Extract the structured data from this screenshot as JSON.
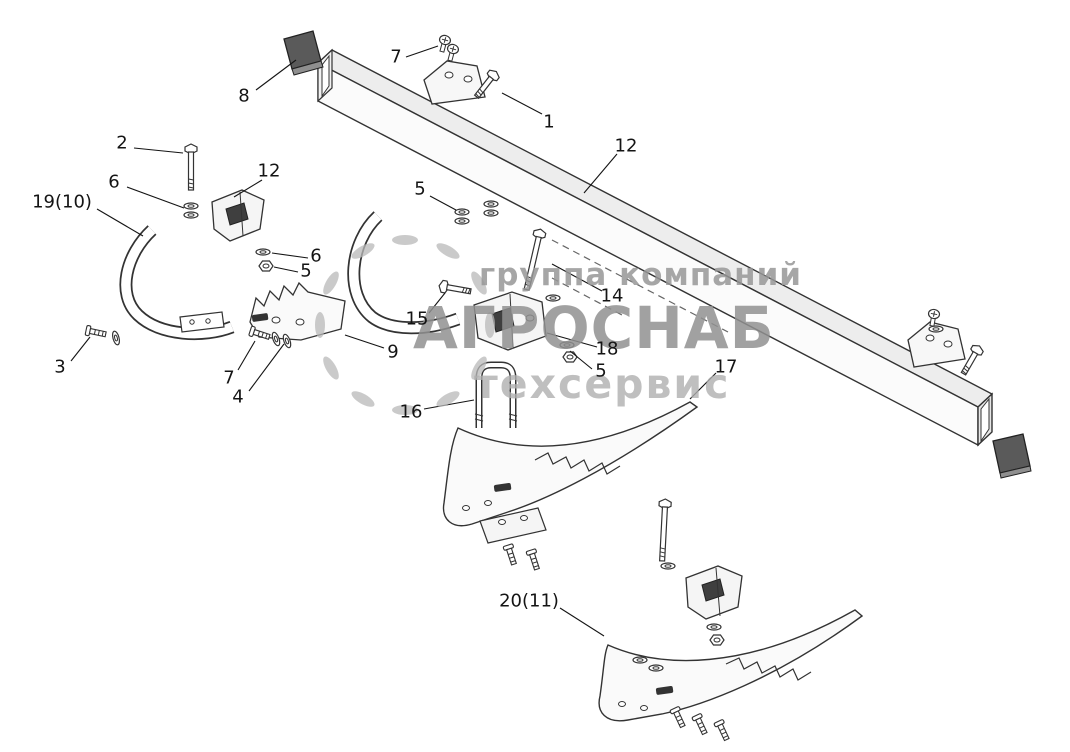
{
  "watermark": {
    "line1": "группа компаний",
    "line2": "АГРОСНАБ",
    "line3": "техсервис",
    "color": "#9a9a9a"
  },
  "labels": [
    {
      "text": "8"
    },
    {
      "text": "7"
    },
    {
      "text": "1"
    },
    {
      "text": "2"
    },
    {
      "text": "12"
    },
    {
      "text": "6"
    },
    {
      "text": "19(10)"
    },
    {
      "text": "5"
    },
    {
      "text": "12"
    },
    {
      "text": "6"
    },
    {
      "text": "5"
    },
    {
      "text": "3"
    },
    {
      "text": "7"
    },
    {
      "text": "4"
    },
    {
      "text": "9"
    },
    {
      "text": "15"
    },
    {
      "text": "14"
    },
    {
      "text": "18"
    },
    {
      "text": "5"
    },
    {
      "text": "16"
    },
    {
      "text": "17"
    },
    {
      "text": "20(11)"
    }
  ]
}
